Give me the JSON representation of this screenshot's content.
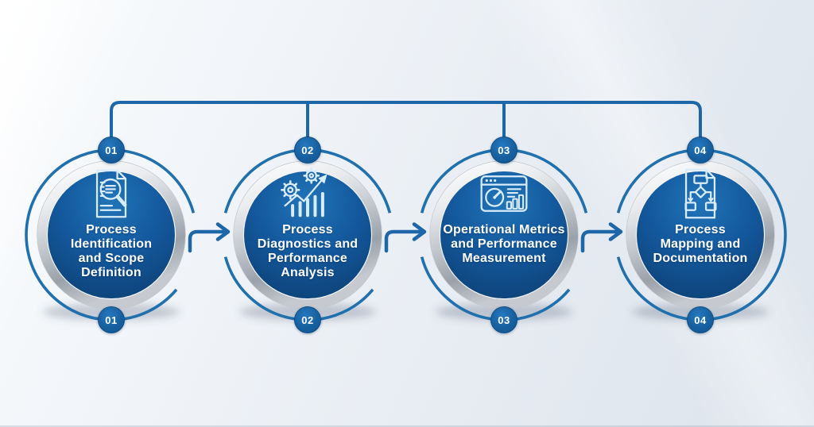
{
  "diagram": {
    "kind": "process-flow",
    "direction": "left-to-right",
    "step_count": 4
  },
  "colors": {
    "accent_blue": "#1d67a9",
    "ring_blue": "#2070ae",
    "badge_blue": "#17609f",
    "circle_gradient_top": "#2174b8",
    "circle_gradient_bottom": "#0b3a6a",
    "metal_light": "#ffffff",
    "metal_dark": "#99a0a9",
    "icon_stroke": "#d9ecf9",
    "title_text": "#ffffff",
    "background_start": "#f5f8fb",
    "background_end": "#dde4ec"
  },
  "steps": [
    {
      "number": "01",
      "icon": "document-magnifier-icon",
      "title": "Process Identification and Scope Definition",
      "title_lines": [
        "Process",
        "Identification",
        "and Scope",
        "Definition"
      ]
    },
    {
      "number": "02",
      "icon": "gears-growth-chart-icon",
      "title": "Process Diagnostics and Performance Analysis",
      "title_lines": [
        "Process",
        "Diagnostics and",
        "Performance",
        "Analysis"
      ]
    },
    {
      "number": "03",
      "icon": "dashboard-gauge-icon",
      "title": "Operational Metrics and Performance Measurement",
      "title_lines": [
        "Operational Metrics",
        "and Performance",
        "Measurement"
      ]
    },
    {
      "number": "04",
      "icon": "flowchart-document-icon",
      "title": "Process Mapping and Documentation",
      "title_lines": [
        "Process",
        "Mapping and",
        "Documentation"
      ]
    }
  ]
}
